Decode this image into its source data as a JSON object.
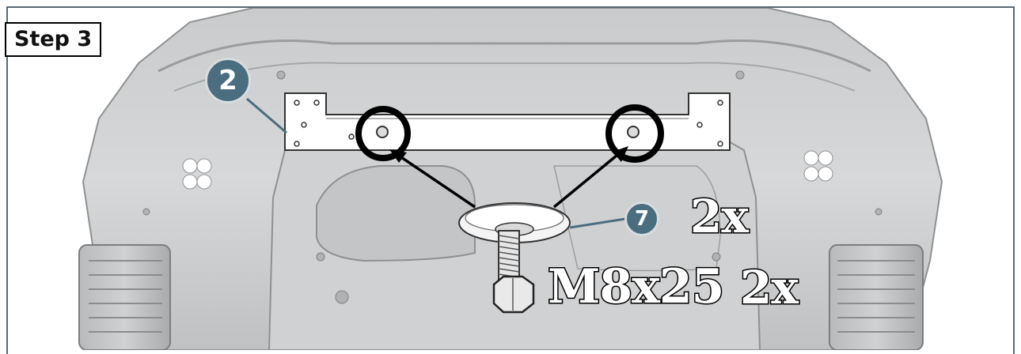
{
  "step": {
    "label": "Step 3"
  },
  "callouts": {
    "bracket_number": "2",
    "mount_number": "7"
  },
  "quantities": {
    "bracket_qty": "2x",
    "bolt_size": "M8x25",
    "bolt_qty": "2x"
  },
  "colors": {
    "callout_fill": "#4a6d80",
    "frame_border": "#5a6770",
    "outline": "#000000"
  },
  "icons": [
    "car-underside-illustration",
    "mounting-bracket",
    "rubber-mount",
    "hex-bolt",
    "highlight-circle",
    "arrow"
  ]
}
